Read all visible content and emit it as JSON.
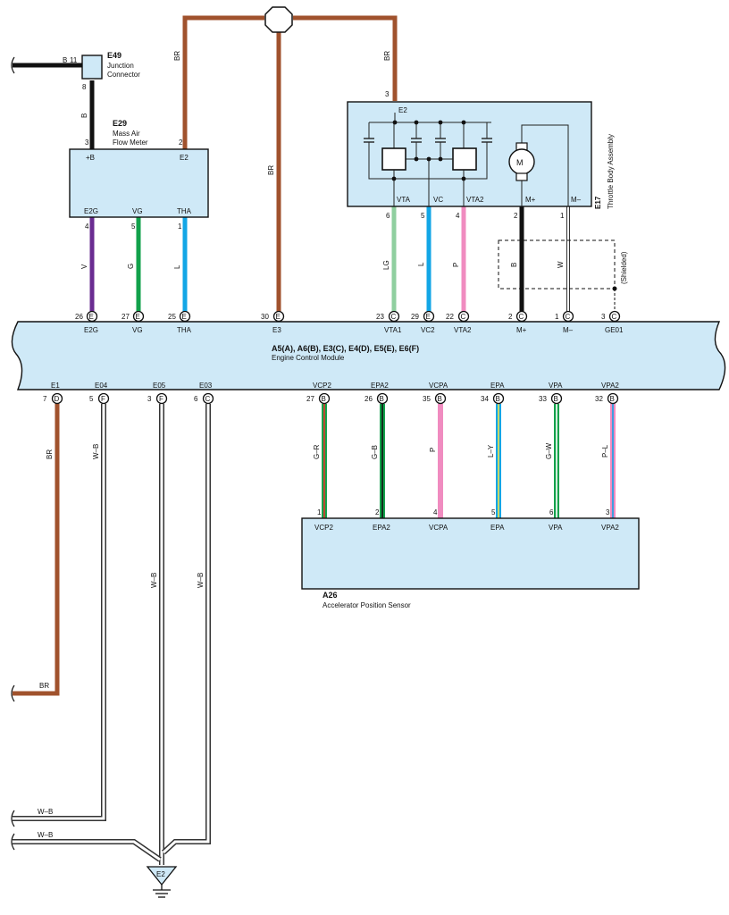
{
  "colors": {
    "box_fill": "#cfe9f7",
    "BR": "#a0522d",
    "B": "#111111",
    "V": "#6a2c91",
    "G": "#12a14b",
    "L": "#12a6e6",
    "LG": "#8fcf9f",
    "P": "#f08cc0",
    "W": "#ffffff",
    "R": "#e8322d",
    "Y": "#f1e64a"
  },
  "components": {
    "e49": {
      "code": "E49",
      "line1": "Junction",
      "line2": "Connector",
      "pin_left": "11",
      "pin_bottom": "8",
      "wire_left": "B",
      "wire_down": "B"
    },
    "e29": {
      "code": "E29",
      "line1": "Mass Air",
      "line2": "Flow Meter",
      "pin_plusb": "3",
      "pin_e2": "2",
      "term_plusb": "+B",
      "term_e2": "E2",
      "term_e2g": "E2G",
      "term_vg": "VG",
      "term_tha": "THA",
      "pin_e2g": "4",
      "pin_vg": "5",
      "pin_tha": "1",
      "wire_e2g": "V",
      "wire_vg": "G",
      "wire_tha": "L",
      "wire_e2": "BR"
    },
    "e17": {
      "code": "E17",
      "name": "Throttle Body Assembly",
      "pin_e2": "3",
      "term_e2": "E2",
      "wire_in": "BR",
      "term_vta": "VTA",
      "term_vc": "VC",
      "term_vta2": "VTA2",
      "term_mp": "M+",
      "term_mm": "M–",
      "pin_vta": "6",
      "pin_vc": "5",
      "pin_vta2": "4",
      "pin_mp": "2",
      "pin_mm": "1",
      "wire_vta": "LG",
      "wire_vc": "L",
      "wire_vta2": "P",
      "wire_mp": "B",
      "wire_mm": "W",
      "motor": "M",
      "shielded": "(Shielded)"
    },
    "e3_wire": "BR",
    "ecm": {
      "line1": "A5(A), A6(B), E3(C), E4(D), E5(E), E6(F)",
      "line2": "Engine Control Module"
    },
    "a26": {
      "code": "A26",
      "name": "Accelerator Position Sensor"
    }
  },
  "ecm_top_pins": [
    {
      "num": "26",
      "conn": "E",
      "term": "E2G"
    },
    {
      "num": "27",
      "conn": "E",
      "term": "VG"
    },
    {
      "num": "25",
      "conn": "E",
      "term": "THA"
    },
    {
      "num": "30",
      "conn": "E",
      "term": "E3"
    },
    {
      "num": "23",
      "conn": "C",
      "term": "VTA1"
    },
    {
      "num": "29",
      "conn": "E",
      "term": "VC2"
    },
    {
      "num": "22",
      "conn": "C",
      "term": "VTA2"
    },
    {
      "num": "2",
      "conn": "C",
      "term": "M+"
    },
    {
      "num": "1",
      "conn": "C",
      "term": "M–"
    },
    {
      "num": "3",
      "conn": "C",
      "term": "GE01"
    }
  ],
  "ecm_ground_pins": [
    {
      "num": "7",
      "conn": "D",
      "term": "E1",
      "wire": "BR"
    },
    {
      "num": "5",
      "conn": "F",
      "term": "E04",
      "wire": "W–B"
    },
    {
      "num": "3",
      "conn": "F",
      "term": "E05",
      "wire": "W–B"
    },
    {
      "num": "6",
      "conn": "C",
      "term": "E03",
      "wire": "W–B"
    }
  ],
  "apps_pins": [
    {
      "num": "27",
      "conn": "B",
      "term": "VCP2",
      "wire": "G–R",
      "a26_pin": "1",
      "a26_term": "VCP2"
    },
    {
      "num": "26",
      "conn": "B",
      "term": "EPA2",
      "wire": "G–B",
      "a26_pin": "2",
      "a26_term": "EPA2"
    },
    {
      "num": "35",
      "conn": "B",
      "term": "VCPA",
      "wire": "P",
      "a26_pin": "4",
      "a26_term": "VCPA"
    },
    {
      "num": "34",
      "conn": "B",
      "term": "EPA",
      "wire": "L–Y",
      "a26_pin": "5",
      "a26_term": "EPA"
    },
    {
      "num": "33",
      "conn": "B",
      "term": "VPA",
      "wire": "G–W",
      "a26_pin": "6",
      "a26_term": "VPA"
    },
    {
      "num": "32",
      "conn": "B",
      "term": "VPA2",
      "wire": "P–L",
      "a26_pin": "3",
      "a26_term": "VPA2"
    }
  ],
  "left_wires": {
    "br": "BR",
    "wb1": "W–B",
    "wb2": "W–B"
  },
  "ground": {
    "label": "E2"
  }
}
